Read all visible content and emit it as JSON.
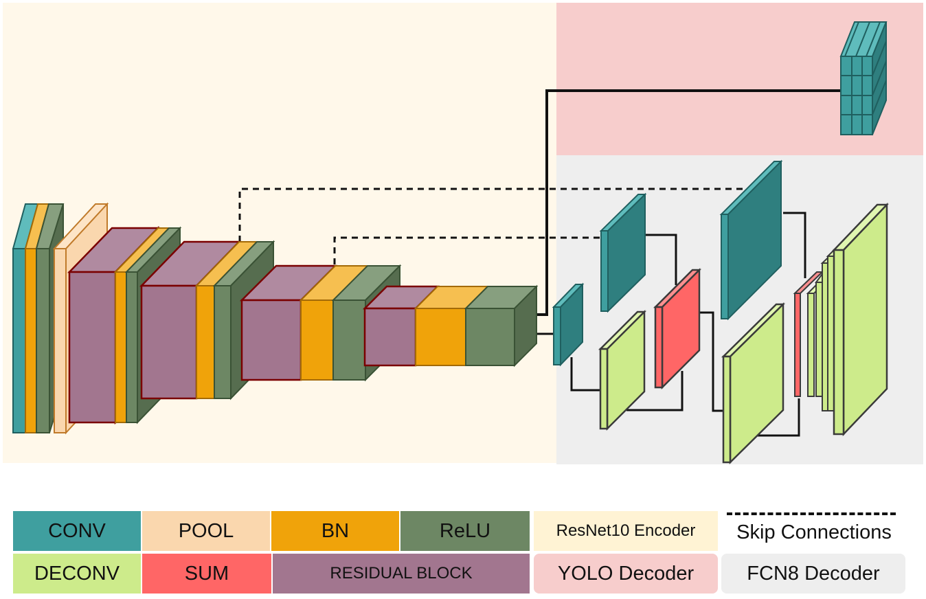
{
  "colors": {
    "conv": "#3f9f9f",
    "pool": "#fad7ae",
    "bn": "#f0a30a",
    "relu": "#6d8764",
    "deconv": "#cdeb8b",
    "sum": "#ff6666",
    "residual": "#a2768f",
    "encoder_bg": "#fff8ea",
    "yolo_bg": "#f7cdcc",
    "fcn_bg": "#eeeeee"
  },
  "legend": {
    "conv": "CONV",
    "pool": "POOL",
    "bn": "BN",
    "relu": "ReLU",
    "encoder": "ResNet10 Encoder",
    "skip": "Skip Connections",
    "deconv": "DECONV",
    "sum": "SUM",
    "residual": "RESIDUAL BLOCK",
    "yolo": "YOLO Decoder",
    "fcn": "FCN8 Decoder"
  }
}
